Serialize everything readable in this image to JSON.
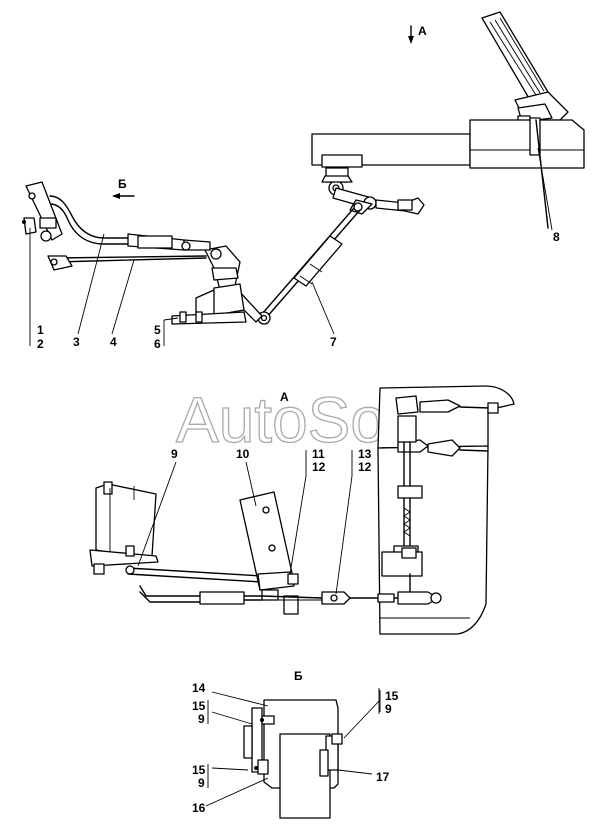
{
  "views": {
    "a_top": "А",
    "b_top": "Б",
    "a_mid": "А",
    "b_bottom": "Б"
  },
  "watermark": "AutoSoft",
  "callouts": {
    "c1": "1",
    "c2": "2",
    "c3": "3",
    "c4": "4",
    "c5": "5",
    "c6": "6",
    "c7": "7",
    "c8": "8",
    "c9a": "9",
    "c10": "10",
    "c11": "11",
    "c12a": "12",
    "c13": "13",
    "c12b": "12",
    "c14": "14",
    "c15a": "15",
    "c9b": "9",
    "c15b": "15",
    "c9c": "9",
    "c15c": "15",
    "c9d": "9",
    "c16": "16",
    "c17": "17"
  },
  "colors": {
    "ink": "#000000",
    "watermark": "#a9a9a9",
    "paper": "#ffffff"
  }
}
